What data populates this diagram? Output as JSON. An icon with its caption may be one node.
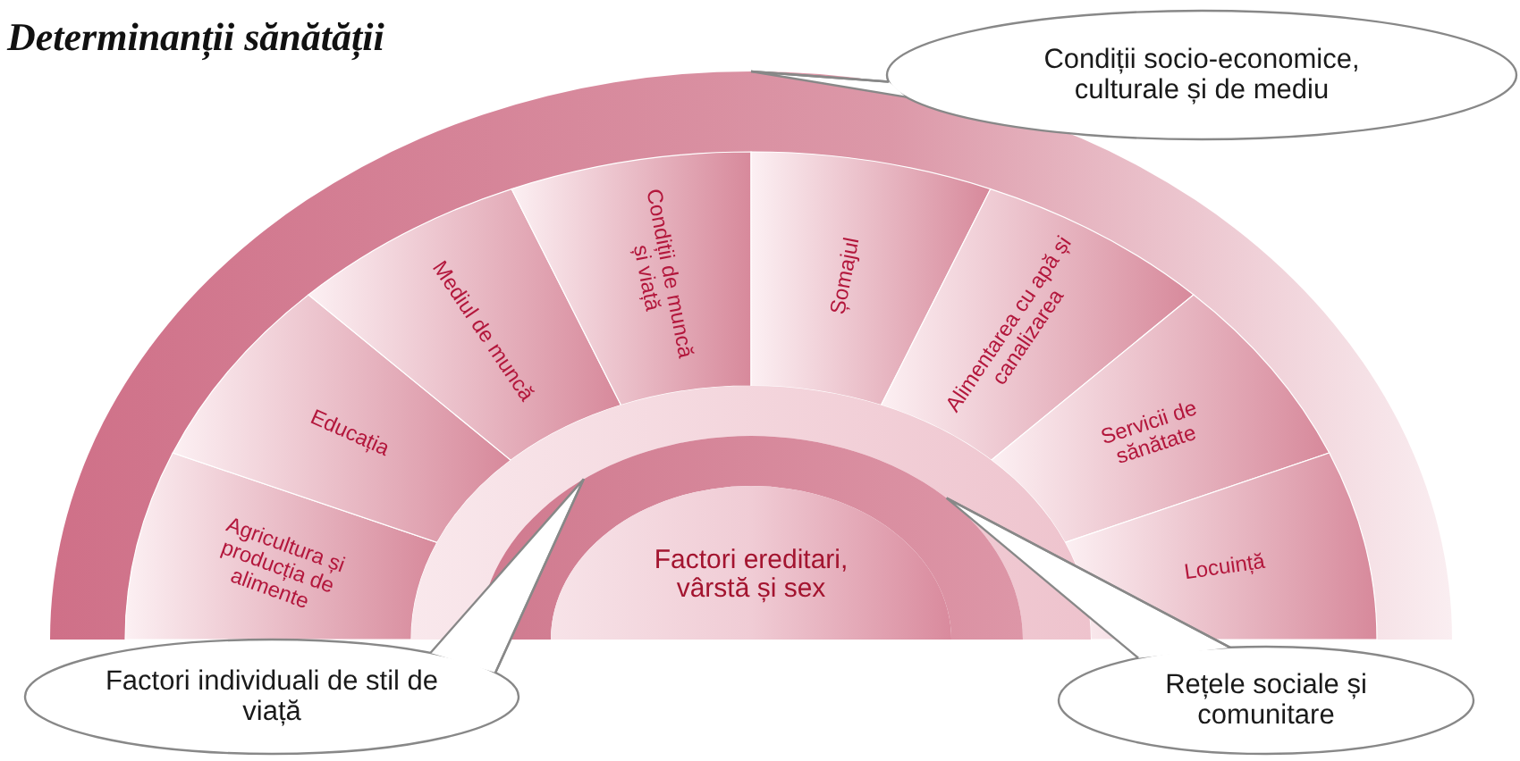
{
  "diagram": {
    "title": "Determinanții sănătății",
    "nodes": [
      {
        "text": [],
        "shape": "band"
      },
      {
        "text": [
          "Agricultura și producția de alimente"
        ]
      },
      {
        "text": [
          "Educația"
        ]
      },
      {
        "text": [
          "Mediul de muncă"
        ]
      },
      {
        "text": [
          "Condiții de muncă și viață"
        ]
      },
      {
        "text": [
          "Șomajul"
        ]
      },
      {
        "text": [
          "Alimentarea cu apă și canalizarea"
        ]
      },
      {
        "text": [
          "Servicii de sănătate"
        ]
      },
      {
        "text": [
          "Locuință"
        ]
      },
      {
        "text": [],
        "shape": "band"
      },
      {
        "text": [],
        "shape": "band"
      },
      {
        "text": [
          "Factori ereditari, vârstă și sex"
        ]
      },
      {
        "text": [
          "Condiții socio-economice, culturale și de mediu"
        ]
      },
      {
        "text": [
          "Factori individuali de stil de viață"
        ]
      },
      {
        "text": [
          "Rețele sociale și comunitare"
        ]
      }
    ],
    "edges": [
      {
        "from": 12,
        "to": 0,
        "arrow": "none"
      },
      {
        "from": 13,
        "to": 10,
        "arrow": "none"
      },
      {
        "from": 14,
        "to": 10,
        "arrow": "none"
      }
    ]
  }
}
